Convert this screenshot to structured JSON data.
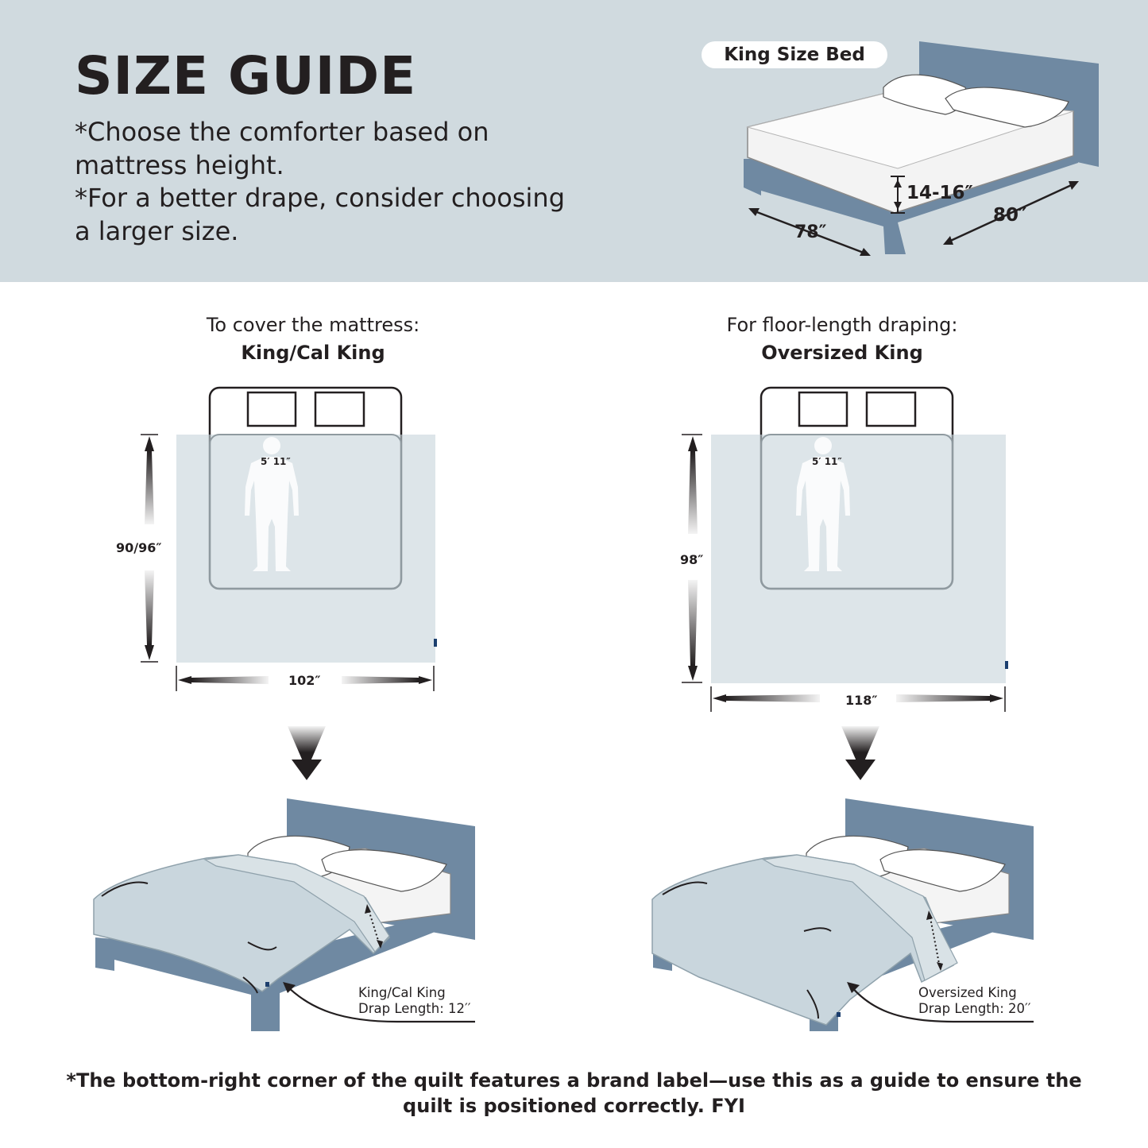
{
  "header": {
    "title": "SIZE GUIDE",
    "notes": [
      "*Choose the comforter based on",
      "mattress height.",
      "*For a better drape, consider choosing",
      "a larger size."
    ]
  },
  "hero_bed": {
    "badge": "King Size Bed",
    "height_label": "14-16″",
    "width_label": "78″",
    "length_label": "80″"
  },
  "columns": [
    {
      "heading": "To cover the mattress:",
      "size_name": "King/Cal King",
      "person_height": "5′ 11″",
      "length_label": "90/96″",
      "width_label": "102″",
      "drap_name": "King/Cal King",
      "drap_length": "Drap Length: 12′′"
    },
    {
      "heading": "For floor-length draping:",
      "size_name": "Oversized King",
      "person_height": "5′ 11″",
      "length_label": "98″",
      "width_label": "118″",
      "drap_name": "Oversized King",
      "drap_length": "Drap Length: 20′′"
    }
  ],
  "footer": {
    "line1": "*The bottom-right corner of the quilt features a brand label—use this as a guide to ensure the",
    "line2": "quilt is positioned correctly.  FYI"
  },
  "colors": {
    "band": "#d0dadf",
    "frame": "#6f89a2",
    "quilt": "#c9d6dd",
    "quilt_light": "#d9e2e6",
    "text": "#231f20",
    "label_tag": "#1c3f6e"
  }
}
